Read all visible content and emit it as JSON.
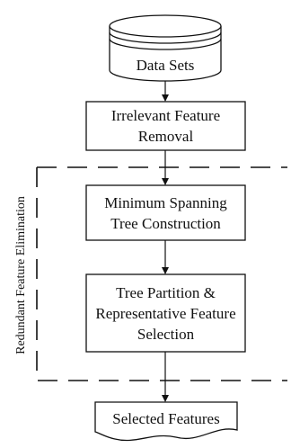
{
  "flowchart": {
    "datasets": "Data Sets",
    "irrelevant": [
      "Irrelevant Feature",
      "Removal"
    ],
    "mst": [
      "Minimum Spanning",
      "Tree Construction"
    ],
    "partition": [
      "Tree Partition &",
      "Representative Feature",
      "Selection"
    ],
    "output": "Selected Features",
    "group_label": "Redundant Feature Elimination"
  }
}
